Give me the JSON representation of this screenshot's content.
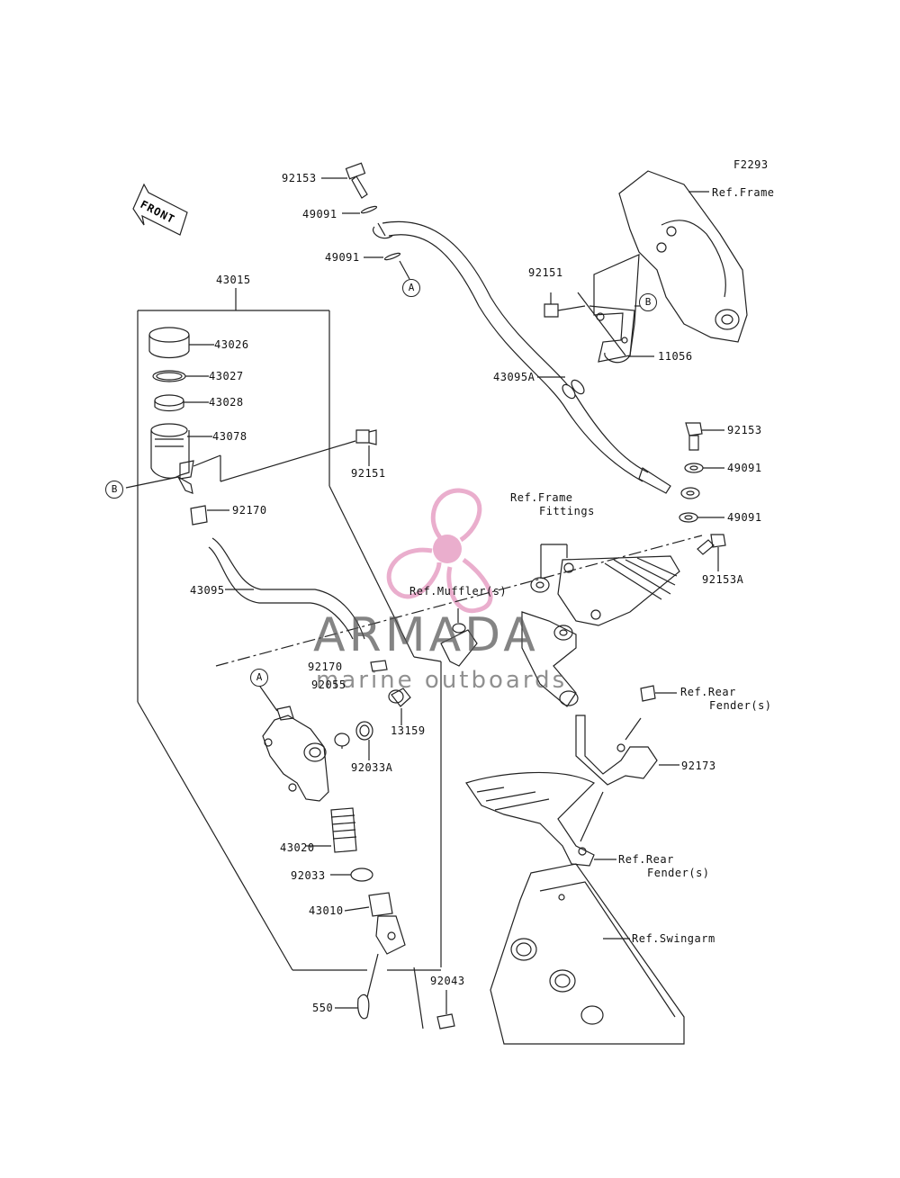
{
  "diagram": {
    "code": "F2293",
    "front_label": "FRONT",
    "watermark": {
      "brand": "ARMADA",
      "tagline": "marine outboards",
      "accent_color": "#e8a6c8",
      "text_color": "#555555"
    },
    "callouts": {
      "a_top": "A",
      "b_left": "B",
      "b_bracket": "B",
      "a_cylinder": "A"
    },
    "labels": {
      "p92153_top": "92153",
      "p49091_a": "49091",
      "p49091_b": "49091",
      "ref_frame": "Ref.Frame",
      "p92151_right": "92151",
      "p11056": "11056",
      "p43095A": "43095A",
      "p92153_mid": "92153",
      "p49091_c": "49091",
      "p49091_d": "49091",
      "p92153A": "92153A",
      "ref_frame_fittings_1": "Ref.Frame",
      "ref_frame_fittings_2": "Fittings",
      "ref_mufflers": "Ref.Muffler(s)",
      "p43015": "43015",
      "p43026": "43026",
      "p43027": "43027",
      "p43028": "43028",
      "p43078": "43078",
      "p92151_left": "92151",
      "p92170_top": "92170",
      "p43095": "43095",
      "p92170_mid": "92170",
      "p92055": "92055",
      "p92033A": "92033A",
      "p13159": "13159",
      "ref_rear_fender_1a": "Ref.Rear",
      "ref_rear_fender_1b": "Fender(s)",
      "p92173": "92173",
      "ref_rear_fender_2a": "Ref.Rear",
      "ref_rear_fender_2b": "Fender(s)",
      "ref_swingarm": "Ref.Swingarm",
      "p43020": "43020",
      "p92033": "92033",
      "p43010": "43010",
      "p92043": "92043",
      "p550": "550"
    }
  }
}
